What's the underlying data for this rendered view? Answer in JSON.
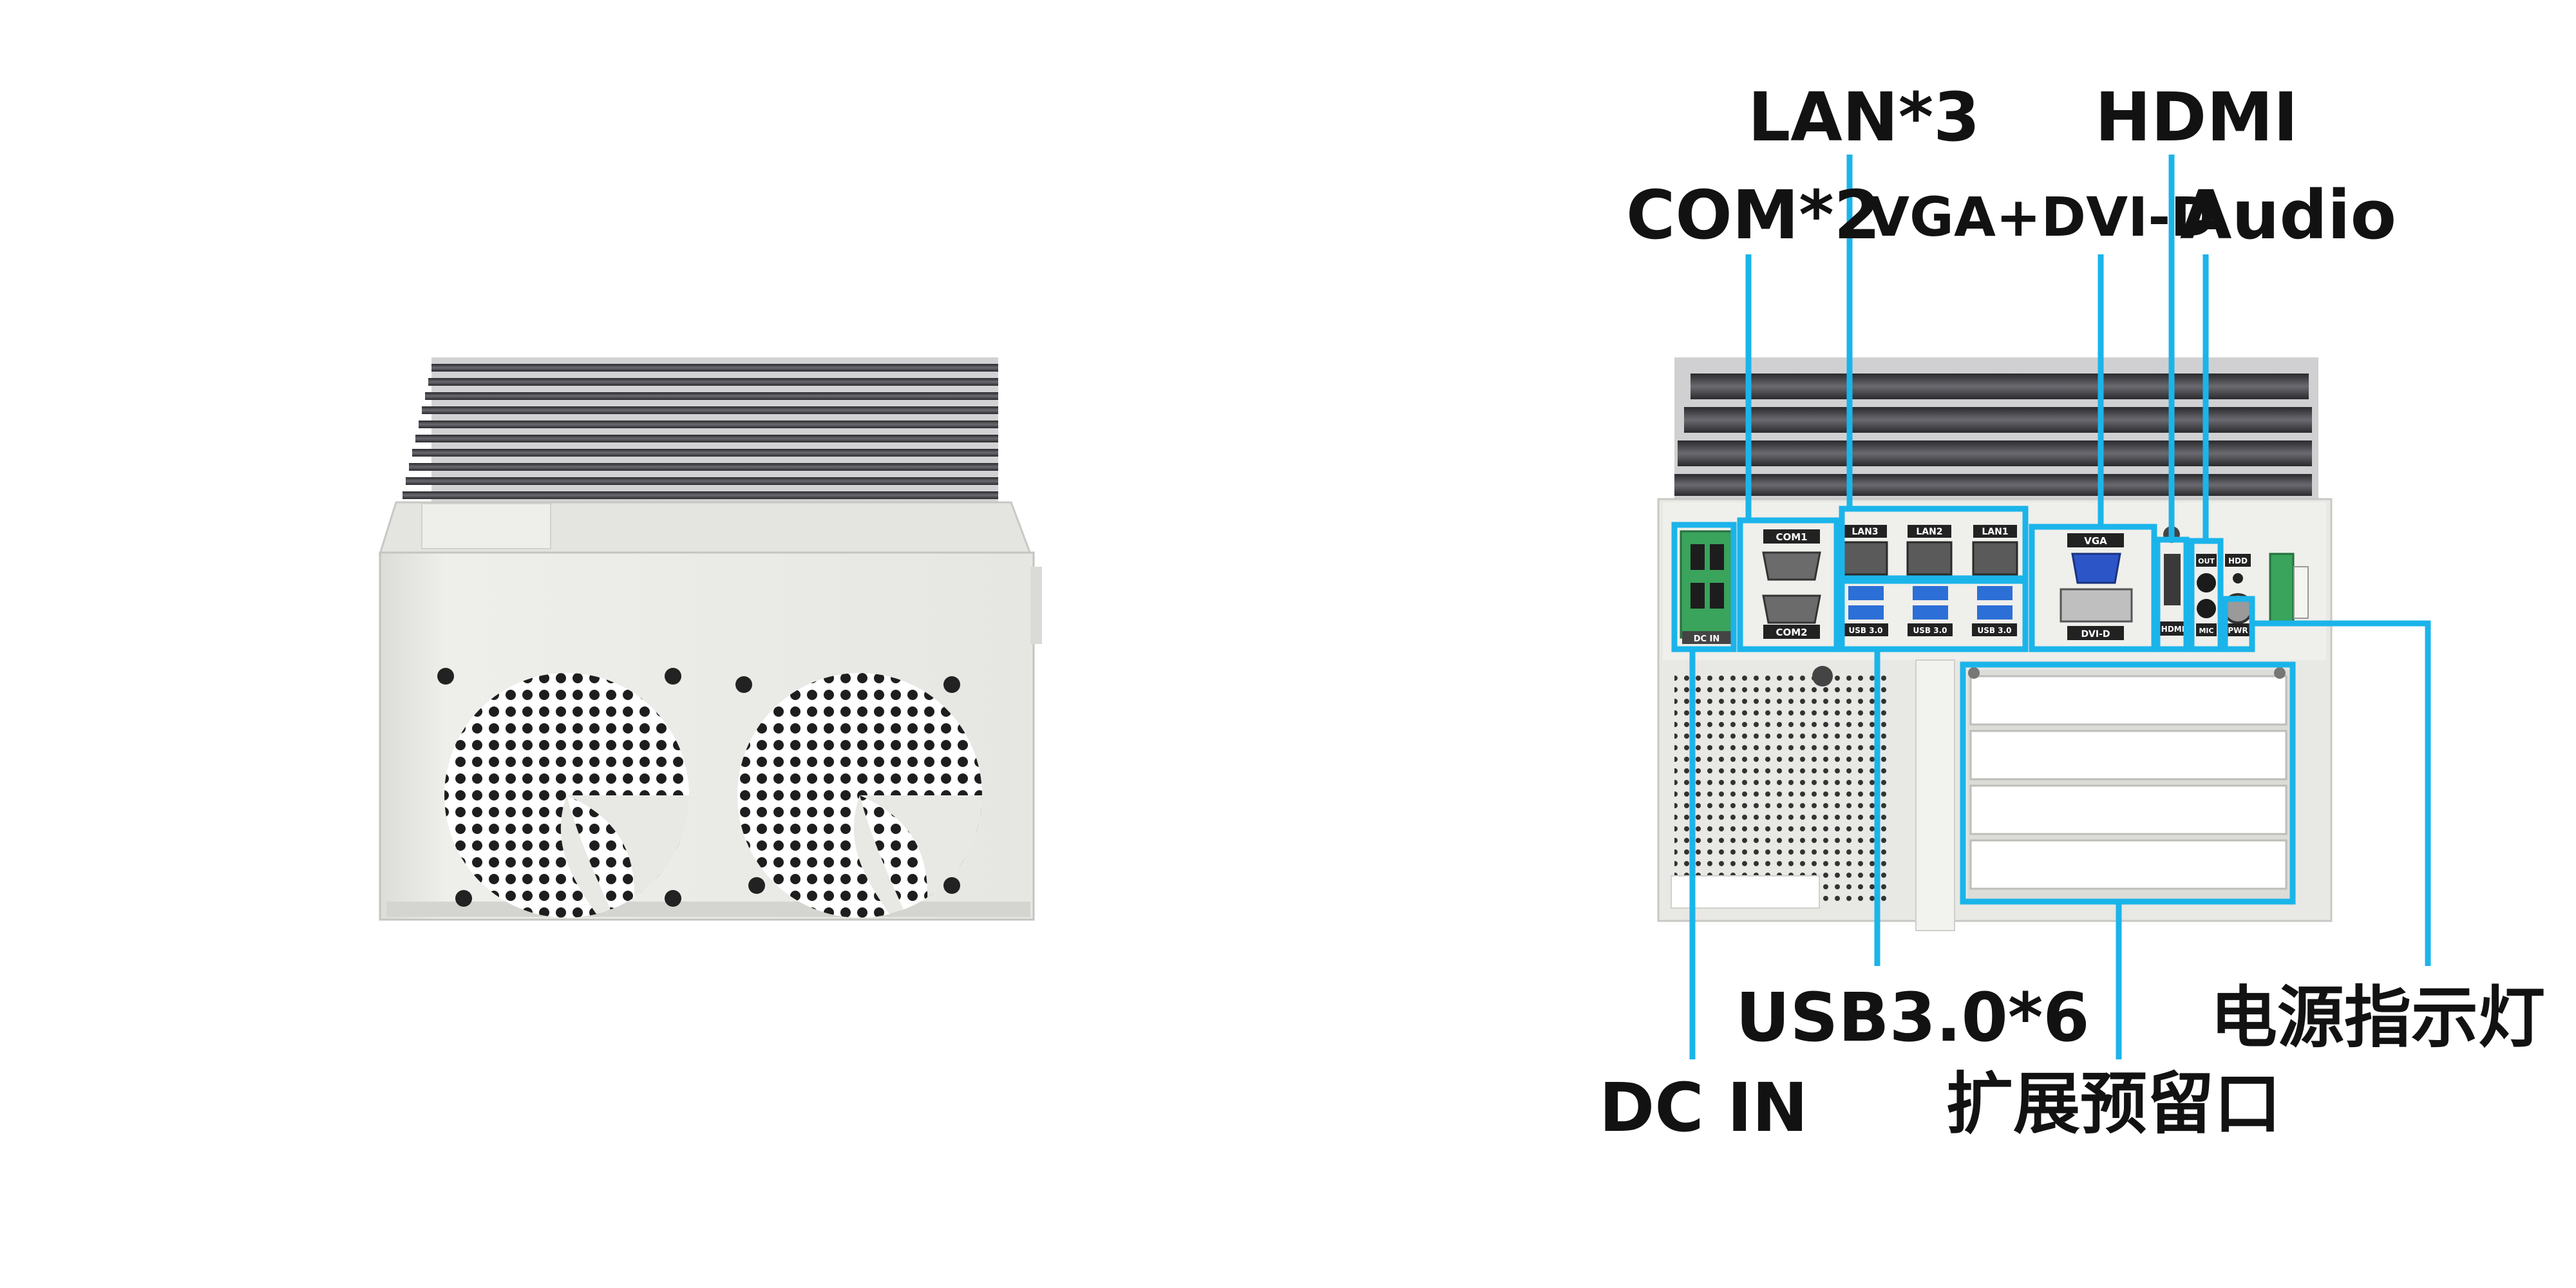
{
  "labels": {
    "lan": "LAN*3",
    "hdmi": "HDMI",
    "com": "COM*2",
    "vga_dvi": "VGA+DVI-D",
    "audio": "Audio",
    "usb": "USB3.0*6",
    "power_led": "电源指示灯",
    "dc_in": "DC IN",
    "expansion": "扩展预留口"
  },
  "port_tags": {
    "com1": "COM1",
    "com2": "COM2",
    "lan3": "LAN3",
    "lan2": "LAN2",
    "lan1": "LAN1",
    "usb": "USB 3.0",
    "vga": "VGA",
    "dvi": "DVI-D",
    "hdmi": "HDMI",
    "out": "OUT",
    "mic": "MIC",
    "hdd": "HDD",
    "pwr": "PWR",
    "dcin": "DC IN"
  },
  "colors": {
    "callout": "#1bb4ea",
    "label": "#121212",
    "chassis": "#e6e6e2",
    "heatsink": "#3c3c40",
    "terminal": "#3aa35c"
  },
  "icons": {
    "fan_left": "fan-grille-icon",
    "fan_right": "fan-grille-icon"
  }
}
